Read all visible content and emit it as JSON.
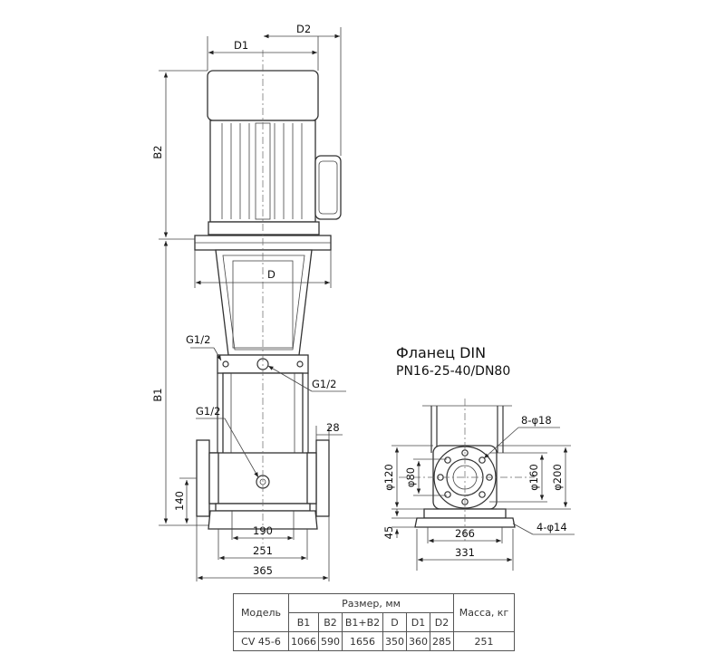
{
  "dims": {
    "d1": "D1",
    "d2": "D2",
    "b2": "B2",
    "b1": "B1",
    "d": "D",
    "g_top": "G1/2",
    "g_mid": "G1/2",
    "g_low": "G1/2",
    "v140": "140",
    "v28": "28",
    "v190": "190",
    "v251": "251",
    "v365": "365",
    "v45": "45",
    "v266": "266",
    "v331": "331",
    "v120": "φ120",
    "v80": "φ80",
    "v160": "φ160",
    "v200": "φ200",
    "holes": "8-φ18",
    "feet": "4-φ14"
  },
  "flange": {
    "title": "Фланец DIN",
    "subtitle": "PN16-25-40/DN80"
  },
  "table": {
    "model_header": "Модель",
    "size_header": "Размер, мм",
    "mass_header": "Масса, кг",
    "cols": [
      "B1",
      "B2",
      "B1+B2",
      "D",
      "D1",
      "D2"
    ],
    "row": {
      "model": "CV 45-6",
      "values": [
        "1066",
        "590",
        "1656",
        "350",
        "360",
        "285"
      ],
      "mass": "251"
    }
  }
}
